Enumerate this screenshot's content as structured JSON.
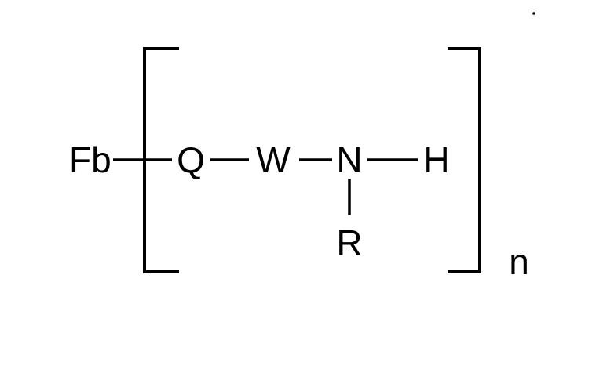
{
  "formula": {
    "atoms": {
      "fb": "Fb",
      "q": "Q",
      "w": "W",
      "n": "N",
      "h": "H",
      "r": "R"
    },
    "repeat_subscript": "n"
  }
}
